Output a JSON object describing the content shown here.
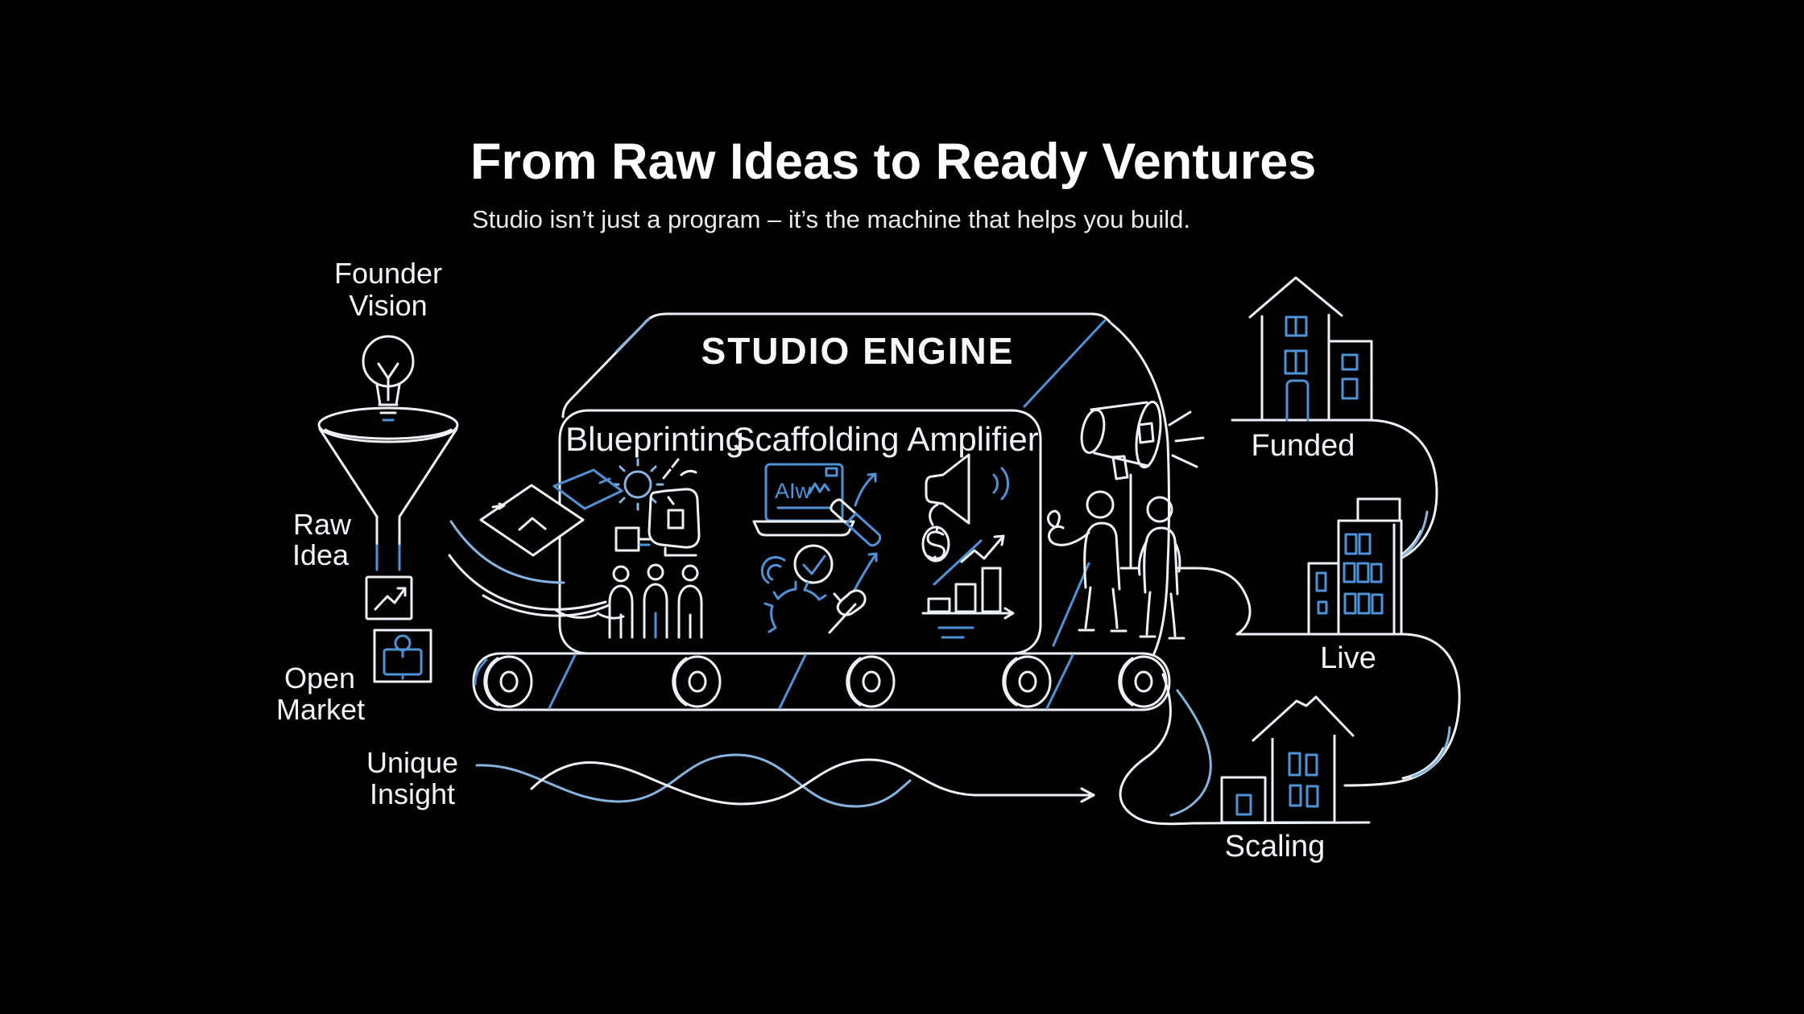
{
  "page": {
    "title": "From Raw Ideas to Ready Ventures",
    "subtitle": "Studio isn’t just a program – it’s the machine that helps you build."
  },
  "colors": {
    "background": "#000000",
    "line": "#edf1f5",
    "accent": "#4e92d8",
    "accent_soft": "#86b4e0"
  },
  "inputs": {
    "founder_vision": {
      "line1": "Founder",
      "line2": "Vision"
    },
    "raw_idea": {
      "line1": "Raw",
      "line2": "Idea"
    },
    "open_market": {
      "line1": "Open",
      "line2": "Market"
    },
    "unique_insight": {
      "line1": "Unique",
      "line2": "Insight"
    }
  },
  "engine": {
    "title": "STUDIO ENGINE",
    "modules": [
      {
        "label": "Blueprinting"
      },
      {
        "label": "Scaffolding",
        "screen_text": "AIw"
      },
      {
        "label": "Amplifier"
      }
    ]
  },
  "outputs": [
    {
      "label": "Funded"
    },
    {
      "label": "Live"
    },
    {
      "label": "Scaling"
    }
  ]
}
